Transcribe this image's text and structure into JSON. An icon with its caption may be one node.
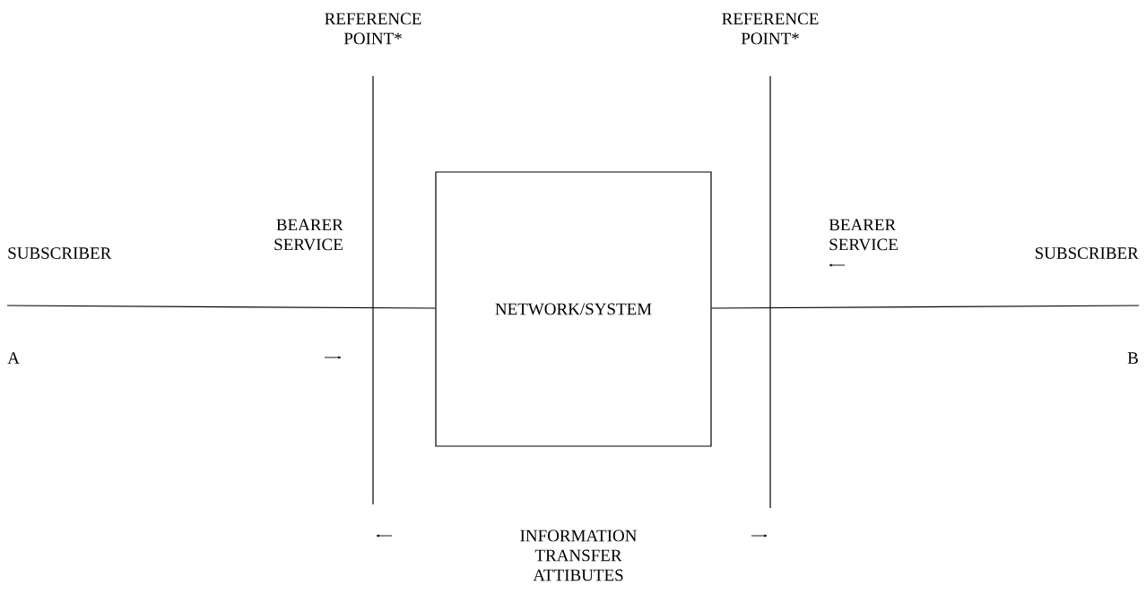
{
  "diagram": {
    "nodes": [
      {
        "text": [
          "SUBSCRIBER",
          "A"
        ]
      },
      {
        "text": [
          "NETWORK/SYSTEM"
        ]
      },
      {
        "text": [
          "SUBSCRIBER",
          "B"
        ]
      }
    ],
    "edges": [
      {
        "from": 0,
        "to": 1,
        "arrow": "none"
      },
      {
        "from": 1,
        "to": 2,
        "arrow": "none"
      }
    ],
    "labels": [
      "REFERENCE POINT*",
      "REFERENCE POINT*",
      "BEARER SERVICE",
      "BEARER SERVICE",
      "INFORMATION TRANSFER ATTIBUTES"
    ]
  }
}
